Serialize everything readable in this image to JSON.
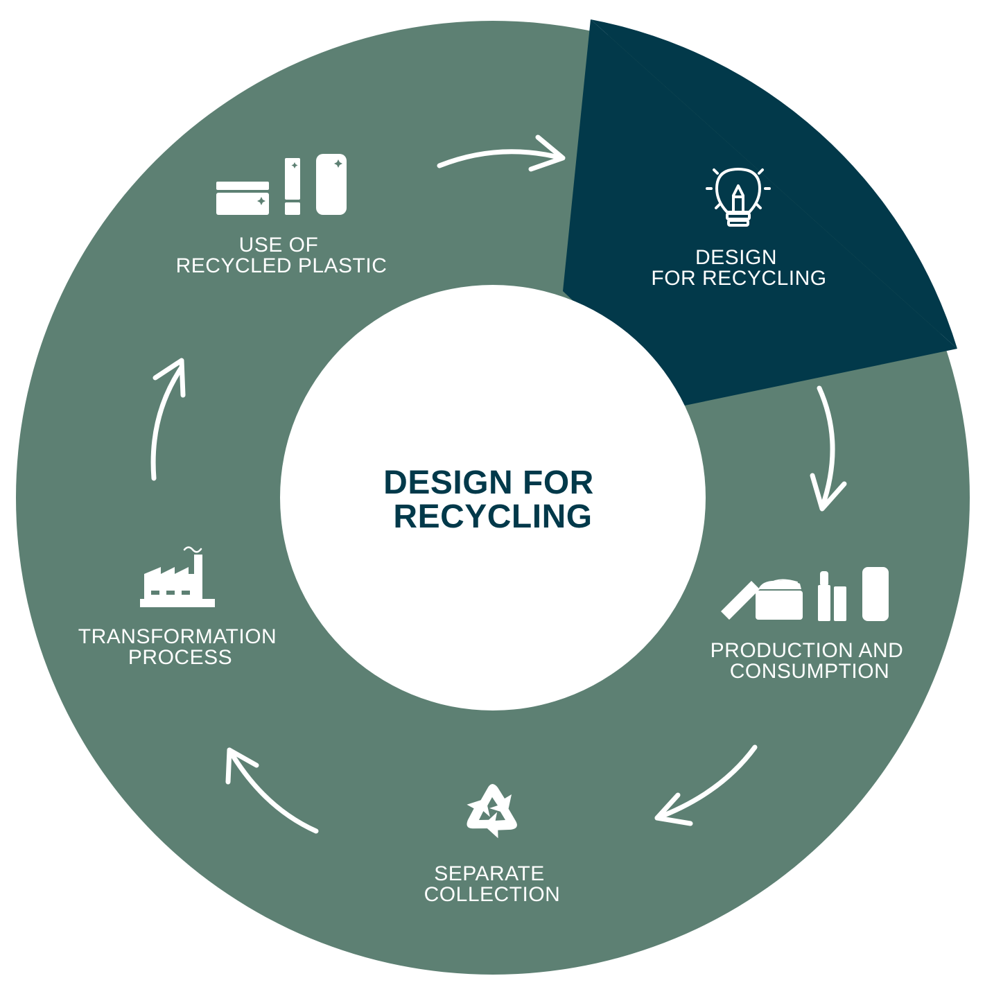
{
  "colors": {
    "ring": "#5d8073",
    "highlight": "#02394a",
    "center_fill": "#ffffff",
    "center_text": "#02394a",
    "label_text": "#ffffff"
  },
  "center": {
    "line1": "DESIGN FOR",
    "line2": "RECYCLING"
  },
  "stages": [
    {
      "id": "design",
      "icon": "lightbulb-pencil-icon",
      "line1": "DESIGN",
      "line2": "FOR RECYCLING",
      "highlighted": true
    },
    {
      "id": "production",
      "icon": "cosmetics-products-icon",
      "line1": "PRODUCTION AND",
      "line2": "CONSUMPTION",
      "highlighted": false
    },
    {
      "id": "collection",
      "icon": "recycle-icon",
      "line1": "SEPARATE",
      "line2": "COLLECTION",
      "highlighted": false
    },
    {
      "id": "transformation",
      "icon": "factory-icon",
      "line1": "TRANSFORMATION",
      "line2": "PROCESS",
      "highlighted": false
    },
    {
      "id": "reuse",
      "icon": "recycled-packaging-icon",
      "line1": "USE OF",
      "line2": "RECYCLED PLASTIC",
      "highlighted": false
    }
  ]
}
